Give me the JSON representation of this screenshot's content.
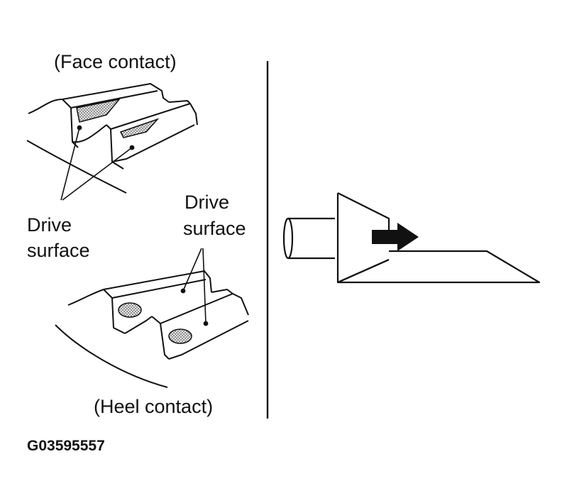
{
  "labels": {
    "face_contact": "(Face contact)",
    "heel_contact": "(Heel contact)",
    "drive_surface_left_line1": "Drive",
    "drive_surface_left_line2": "surface",
    "drive_surface_right_line1": "Drive",
    "drive_surface_right_line2": "surface",
    "figure_code": "G03595557"
  },
  "colors": {
    "ink": "#111111",
    "stipple": "#bdbdbd",
    "background": "#ffffff"
  }
}
